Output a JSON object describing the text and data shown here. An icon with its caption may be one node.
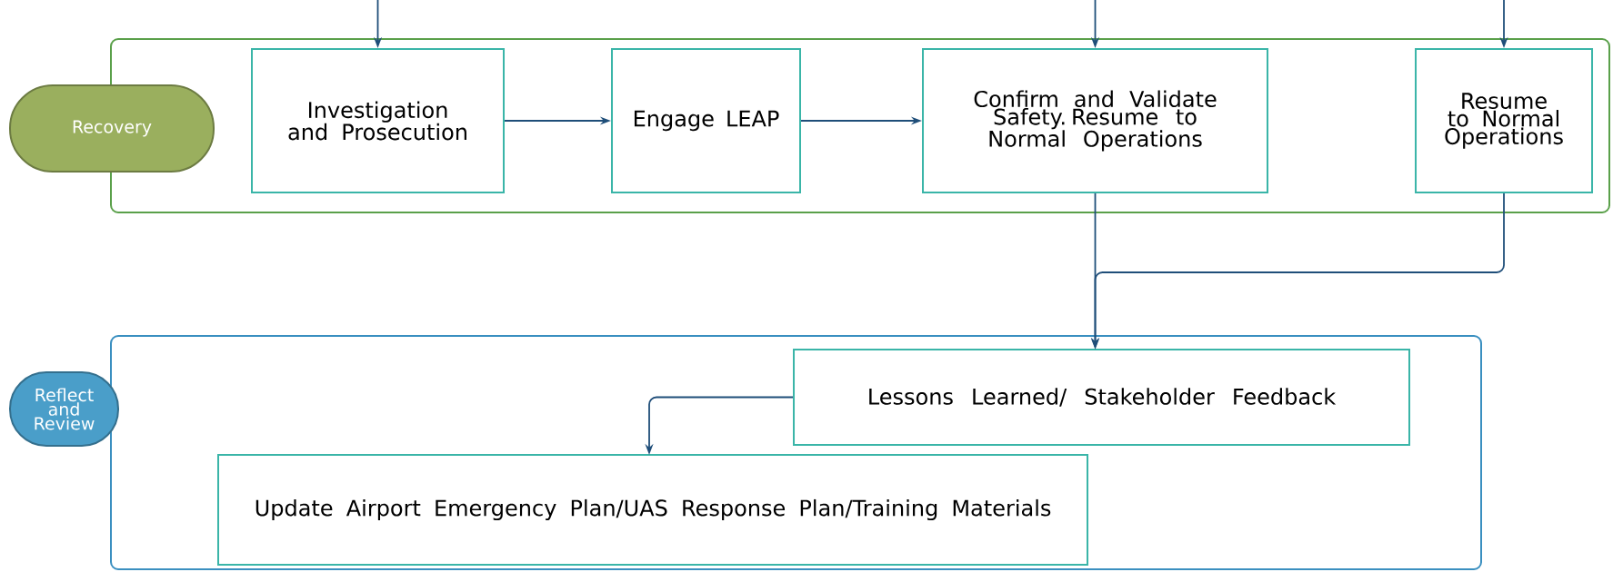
{
  "diagram": {
    "nodes": [
      {
        "text": [],
        "shape": "box"
      },
      {
        "text": [
          "Recovery"
        ]
      },
      {
        "text": [
          "Investigation and Prosecution"
        ],
        "in": 0
      },
      {
        "text": [
          "Engage LEAP"
        ],
        "in": 0
      },
      {
        "text": [
          "Confirm and Validate Safety. Resume to Normal Operations"
        ],
        "in": 0
      },
      {
        "text": [
          "Resume to Normal Operations"
        ],
        "in": 0
      },
      {
        "text": [],
        "shape": "box"
      },
      {
        "text": [
          "Reflect and Review"
        ]
      },
      {
        "text": [
          "Lessons Learned/ Stakeholder Feedback"
        ],
        "in": 6
      },
      {
        "text": [
          "Update Airport Emergency Plan/UAS Response Plan/Training Materials"
        ],
        "in": 6
      }
    ],
    "edges": [
      {
        "from": null,
        "to": 2,
        "arrow": "to"
      },
      {
        "from": 2,
        "to": 3,
        "arrow": "to"
      },
      {
        "from": 3,
        "to": 4,
        "arrow": "to"
      },
      {
        "from": null,
        "to": 4,
        "arrow": "to"
      },
      {
        "from": null,
        "to": 5,
        "arrow": "to"
      },
      {
        "from": 4,
        "to": 8,
        "arrow": "to"
      },
      {
        "from": 5,
        "to": 8,
        "arrow": "to"
      },
      {
        "from": 8,
        "to": 9,
        "arrow": "to"
      }
    ]
  }
}
